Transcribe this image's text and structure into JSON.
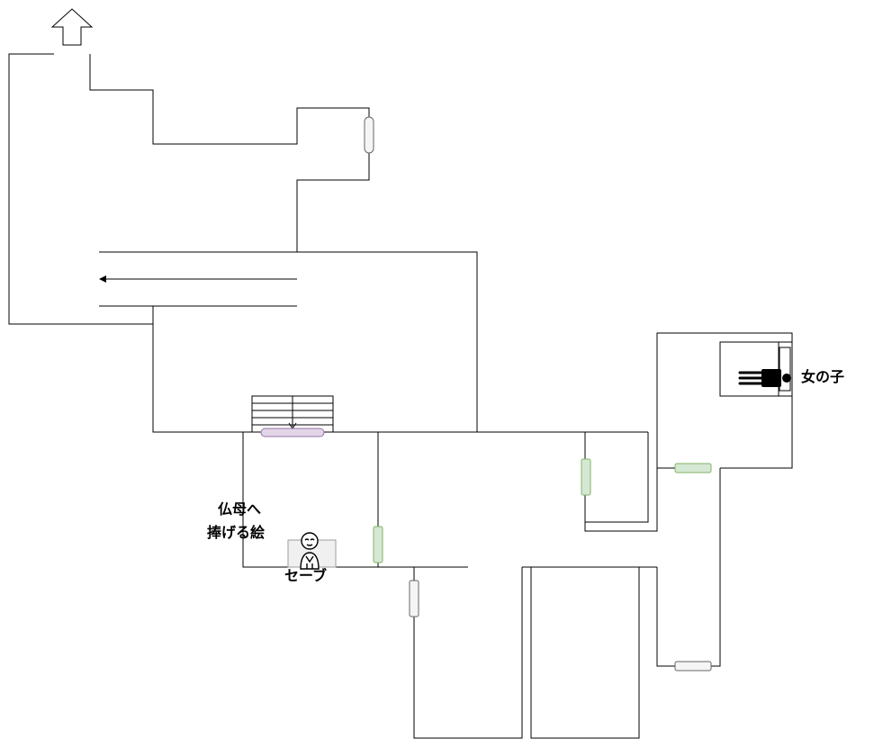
{
  "labels": {
    "girl": "女の子",
    "painting_line1": "仏母へ",
    "painting_line2": "捧げる絵",
    "save": "セーブ"
  },
  "icons": {
    "exit": "up-arrow-icon",
    "girl": "person-lying-icon",
    "save": "jizo-statue-icon",
    "stairs": "stairs-icon",
    "flow": "left-arrow-icon"
  },
  "colors": {
    "wall": "#000000",
    "door_green_fill": "#d5e8d4",
    "door_green_stroke": "#82b366",
    "door_gray_fill": "#f5f5f5",
    "door_gray_stroke": "#666666",
    "door_purple_fill": "#e1d5e7",
    "door_purple_stroke": "#9673a6"
  }
}
